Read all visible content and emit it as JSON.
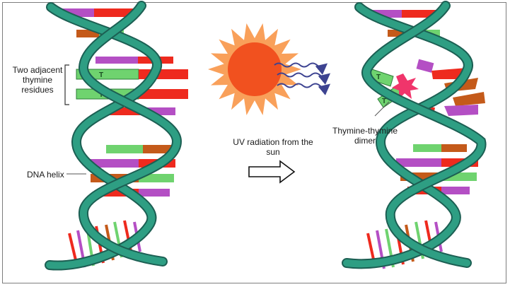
{
  "labels": {
    "adjacent_thymine": "Two adjacent thymine residues",
    "dna_helix": "DNA helix",
    "uv_radiation": "UV radiation from the sun",
    "dimer": "Thymine-thymine dimer"
  },
  "thymine_letter": "T",
  "icons": {
    "sun": "sun-icon",
    "uv_waves": "wavy-arrow-icon",
    "process_arrow": "outline-right-arrow-icon",
    "damage": "starburst-icon"
  },
  "colors": {
    "backbone": "#2e9e83",
    "backbone_edge": "#1c5f53",
    "thymine": "#6fd36f",
    "adenine": "#ee2a1e",
    "guanine": "#c45a1a",
    "cytosine": "#b44fc4",
    "sun": "#f1511f",
    "sun_rays": "#f9a05a",
    "wave": "#3d4391",
    "damage": "#f0356b"
  }
}
